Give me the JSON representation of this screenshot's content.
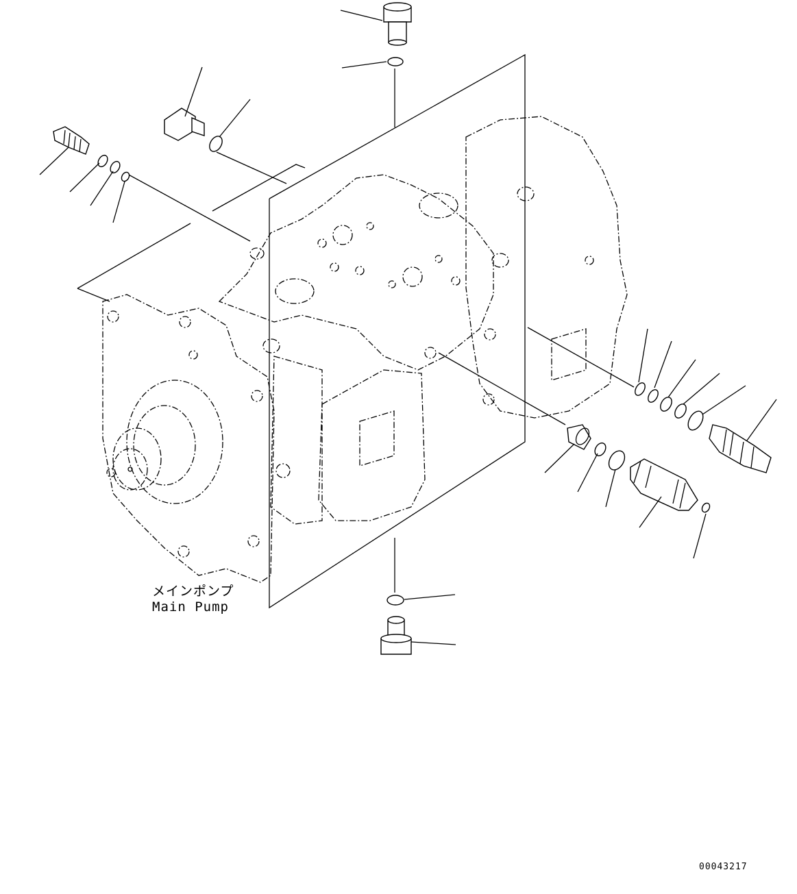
{
  "diagram": {
    "main_label_jp": "メインポンプ",
    "main_label_en": "Main Pump",
    "drawing_number": "00043217"
  },
  "parts": {
    "icons": [
      "bolt-icon",
      "o-ring-icon",
      "plug-icon",
      "valve-icon",
      "spool-icon",
      "sleeve-icon",
      "washer-icon"
    ]
  }
}
